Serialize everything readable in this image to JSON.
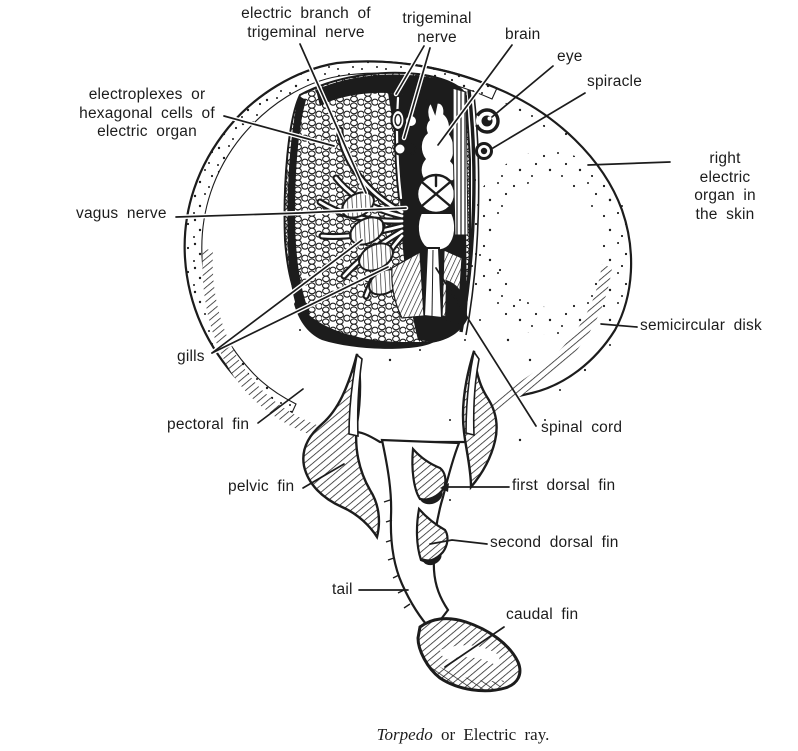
{
  "figure": {
    "caption_italic": "Torpedo",
    "caption_rest": " or Electric ray.",
    "ink_color": "#1c1c1c",
    "paper_color": "#ffffff",
    "subject": "Torpedo electric ray dorsal dissection diagram"
  },
  "labels": {
    "electric_branch": "electric branch of\ntrigeminal nerve",
    "trigeminal": "trigeminal\nnerve",
    "brain": "brain",
    "eye": "eye",
    "spiracle": "spiracle",
    "electroplexes": "electroplexes or\nhexagonal cells of\nelectric organ",
    "right_organ": "right electric\norgan in the skin",
    "vagus": "vagus nerve",
    "semicircular": "semicircular disk",
    "gills": "gills",
    "pectoral": "pectoral fin",
    "spinal_cord": "spinal cord",
    "pelvic": "pelvic fin",
    "first_dorsal": "first dorsal fin",
    "second_dorsal": "second dorsal fin",
    "tail": "tail",
    "caudal": "caudal fin"
  }
}
